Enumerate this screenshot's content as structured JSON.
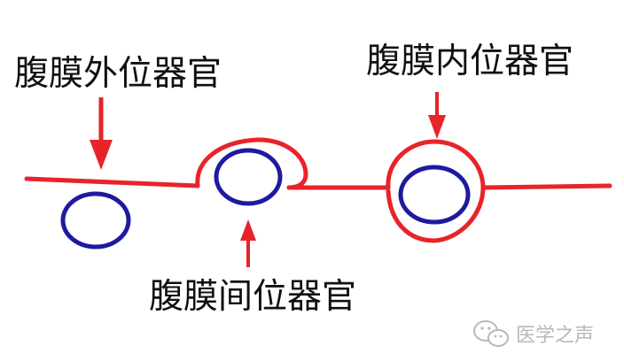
{
  "labels": {
    "retroperitoneal": "腹膜外位器官",
    "intraperitoneal": "腹膜内位器官",
    "interperitoneal": "腹膜间位器官"
  },
  "watermark": {
    "text": "医学之声"
  },
  "colors": {
    "peritoneum": "#e8232a",
    "organ": "#1e1aa0",
    "text": "#111111",
    "watermark": "#b8b8b8"
  },
  "icons": {
    "watermark_logo": "wechat-icon"
  }
}
